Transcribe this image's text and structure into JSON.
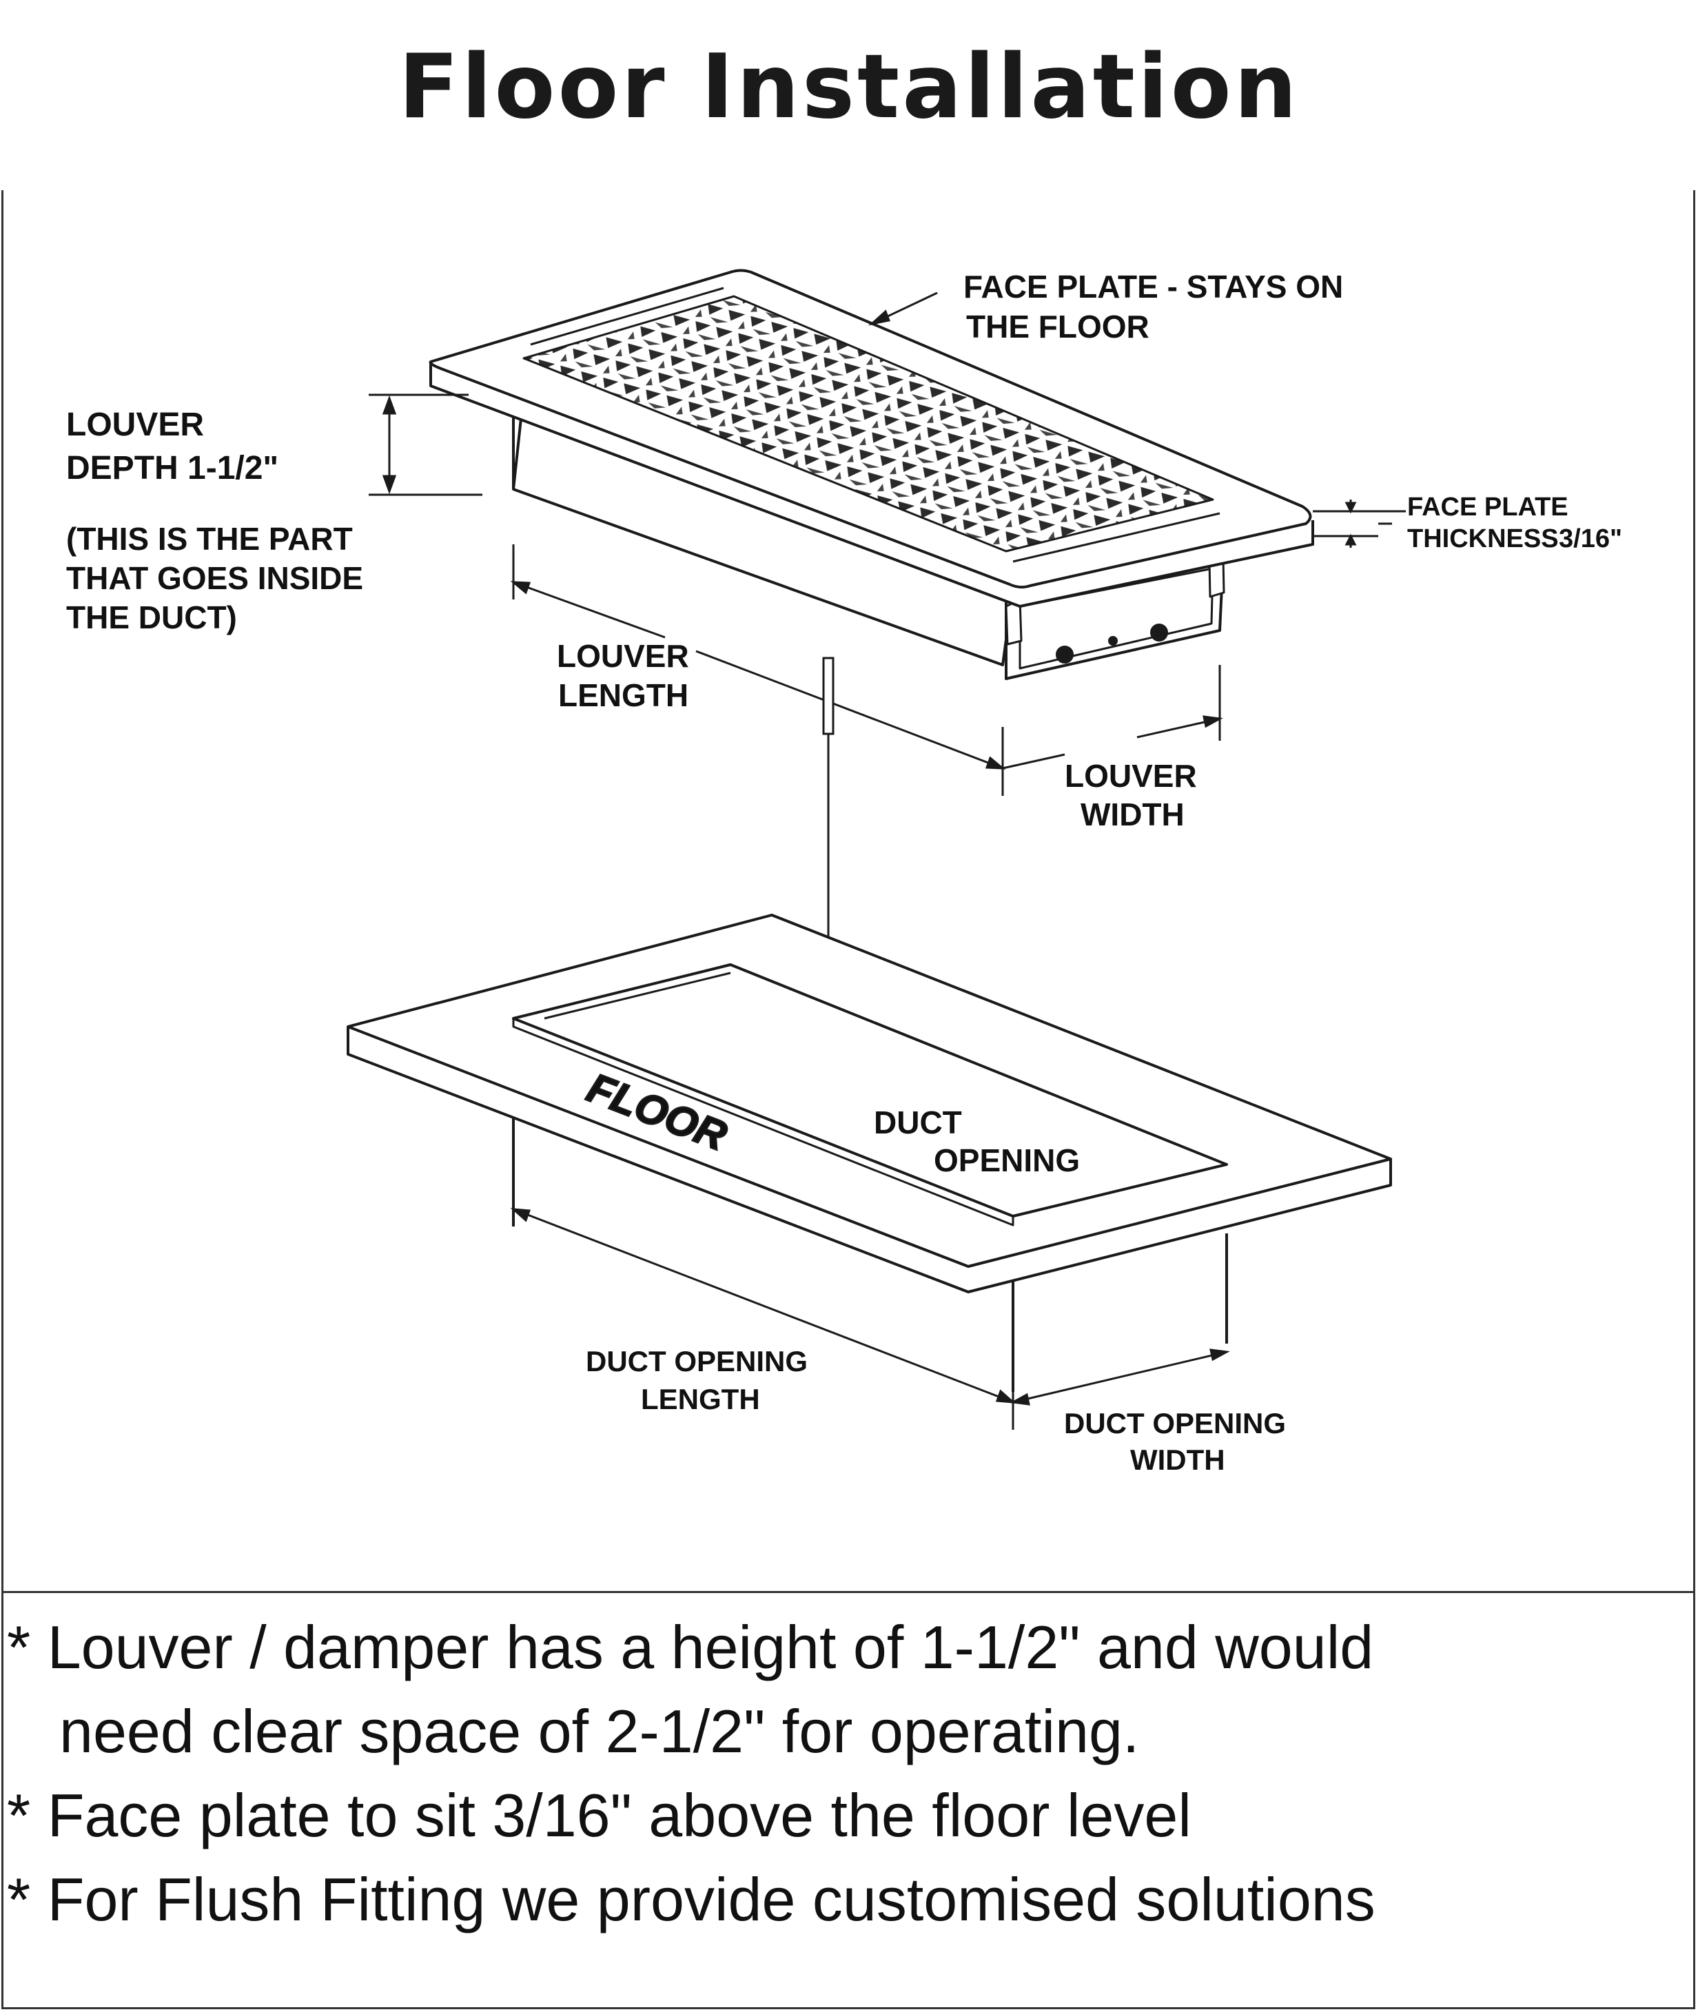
{
  "title": "Floor Installation",
  "labels": {
    "face_plate_1": "FACE PLATE - STAYS ON",
    "face_plate_2": "THE FLOOR",
    "louver_depth_1": "LOUVER",
    "louver_depth_2": "DEPTH 1-1/2\"",
    "inside_1": "(THIS IS THE PART",
    "inside_2": "THAT GOES INSIDE",
    "inside_3": "THE DUCT)",
    "fp_thick_1": "FACE PLATE",
    "fp_thick_2": "THICKNESS",
    "fp_thick_3": "3/16\"",
    "louver_length_1": "LOUVER",
    "louver_length_2": "LENGTH",
    "louver_width_1": "LOUVER",
    "louver_width_2": "WIDTH",
    "floor": "FLOOR",
    "duct_1": "DUCT",
    "duct_2": "OPENING",
    "dol_1": "DUCT OPENING",
    "dol_2": "LENGTH",
    "dow_1": "DUCT OPENING",
    "dow_2": "WIDTH"
  },
  "notes": [
    "* Louver / damper has a height of 1-1/2\" and would",
    "need clear space of 2-1/2\" for operating.",
    "* Face plate to sit 3/16\" above the floor level",
    "* For Flush Fitting we provide customised solutions"
  ]
}
